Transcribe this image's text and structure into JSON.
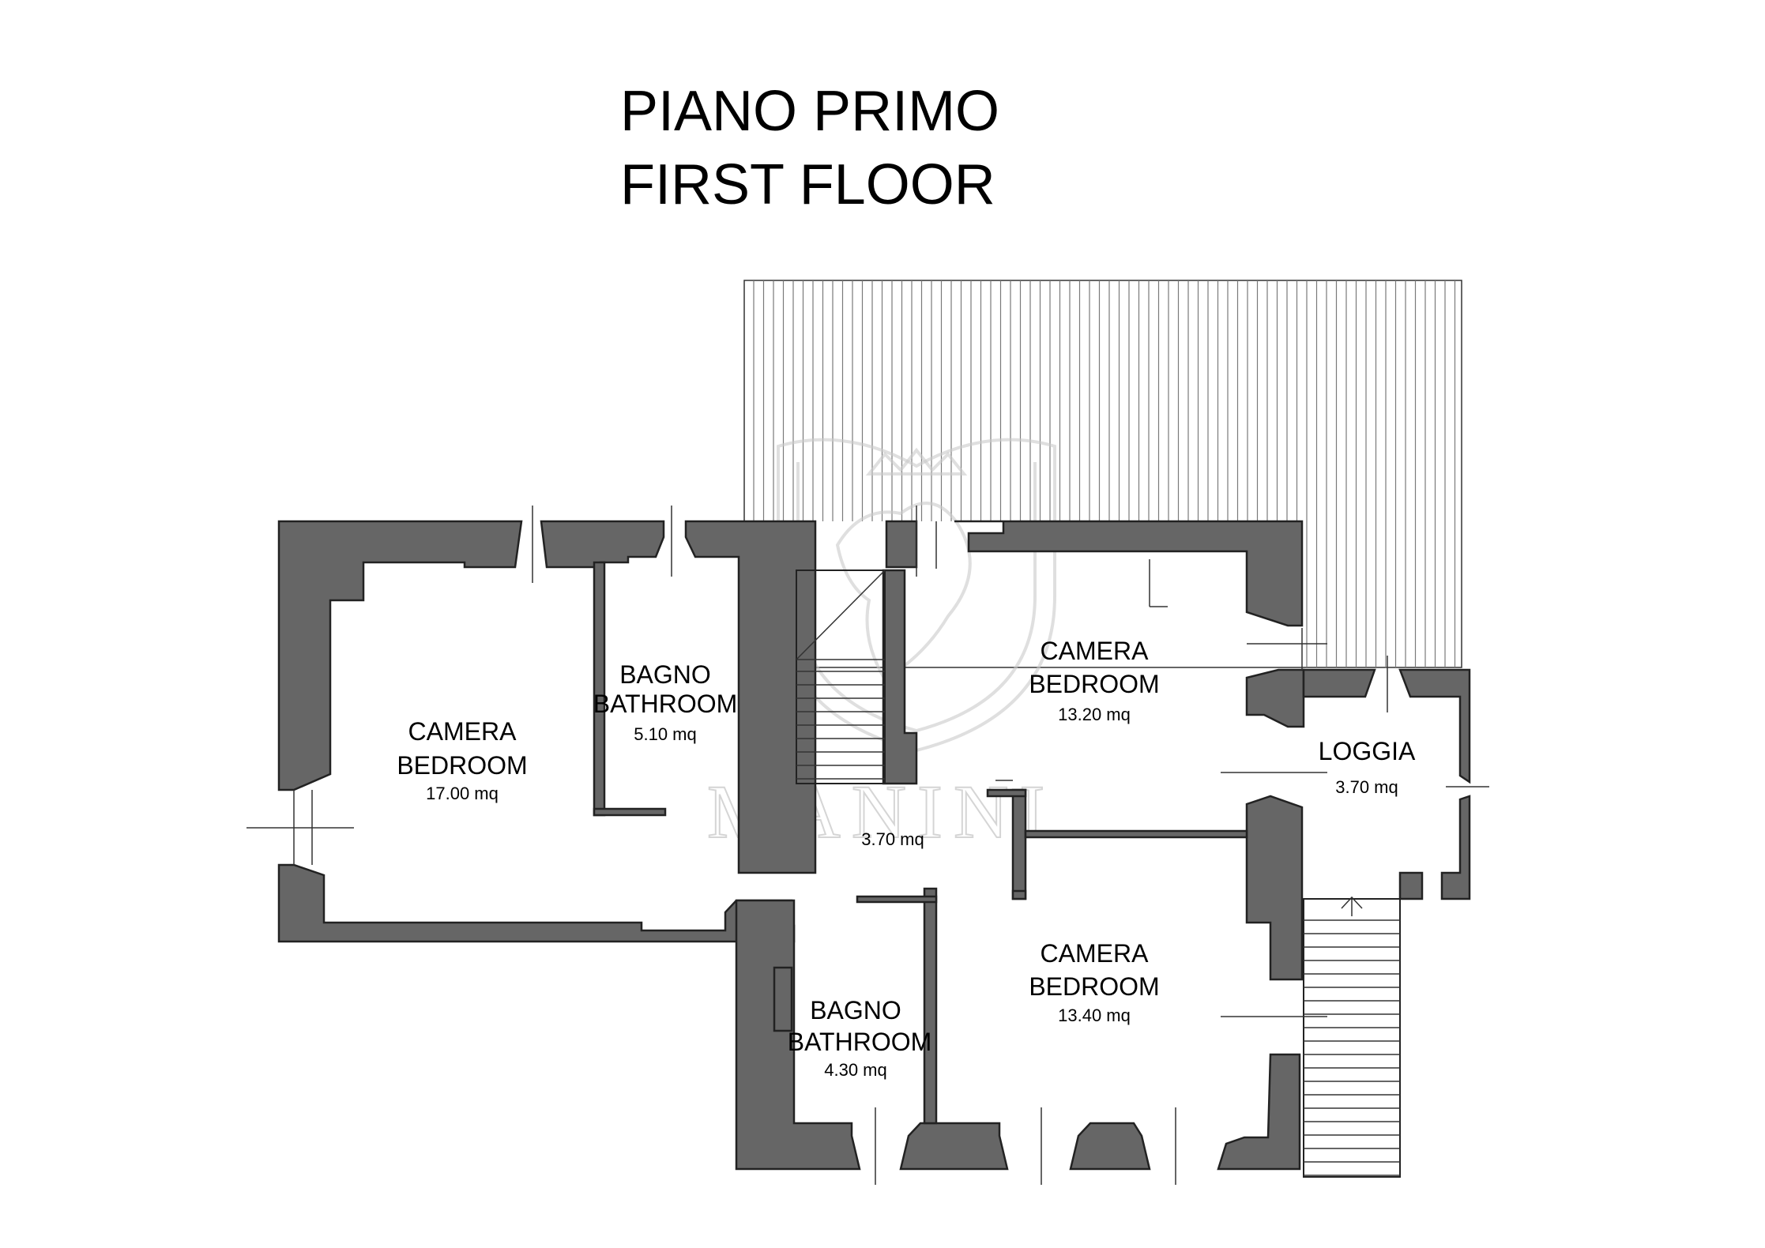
{
  "title": {
    "line1": "PIANO PRIMO",
    "line2": "FIRST FLOOR"
  },
  "watermark": {
    "text": "MANINI"
  },
  "rooms": {
    "bedroom_large": {
      "name_it": "CAMERA",
      "name_en": "BEDROOM",
      "area": "17.00 mq"
    },
    "bathroom_upper": {
      "name_it": "BAGNO",
      "name_en": "BATHROOM",
      "area": "5.10 mq"
    },
    "bedroom_upper_right": {
      "name_it": "CAMERA",
      "name_en": "BEDROOM",
      "area": "13.20 mq"
    },
    "loggia": {
      "name": "LOGGIA",
      "area": "3.70 mq"
    },
    "hall": {
      "area": "3.70 mq"
    },
    "bedroom_lower_right": {
      "name_it": "CAMERA",
      "name_en": "BEDROOM",
      "area": "13.40 mq"
    },
    "bathroom_lower": {
      "name_it": "BAGNO",
      "name_en": "BATHROOM",
      "area": "4.30 mq"
    }
  },
  "colors": {
    "wall": "#666666",
    "outline": "#222222",
    "background": "#ffffff"
  }
}
